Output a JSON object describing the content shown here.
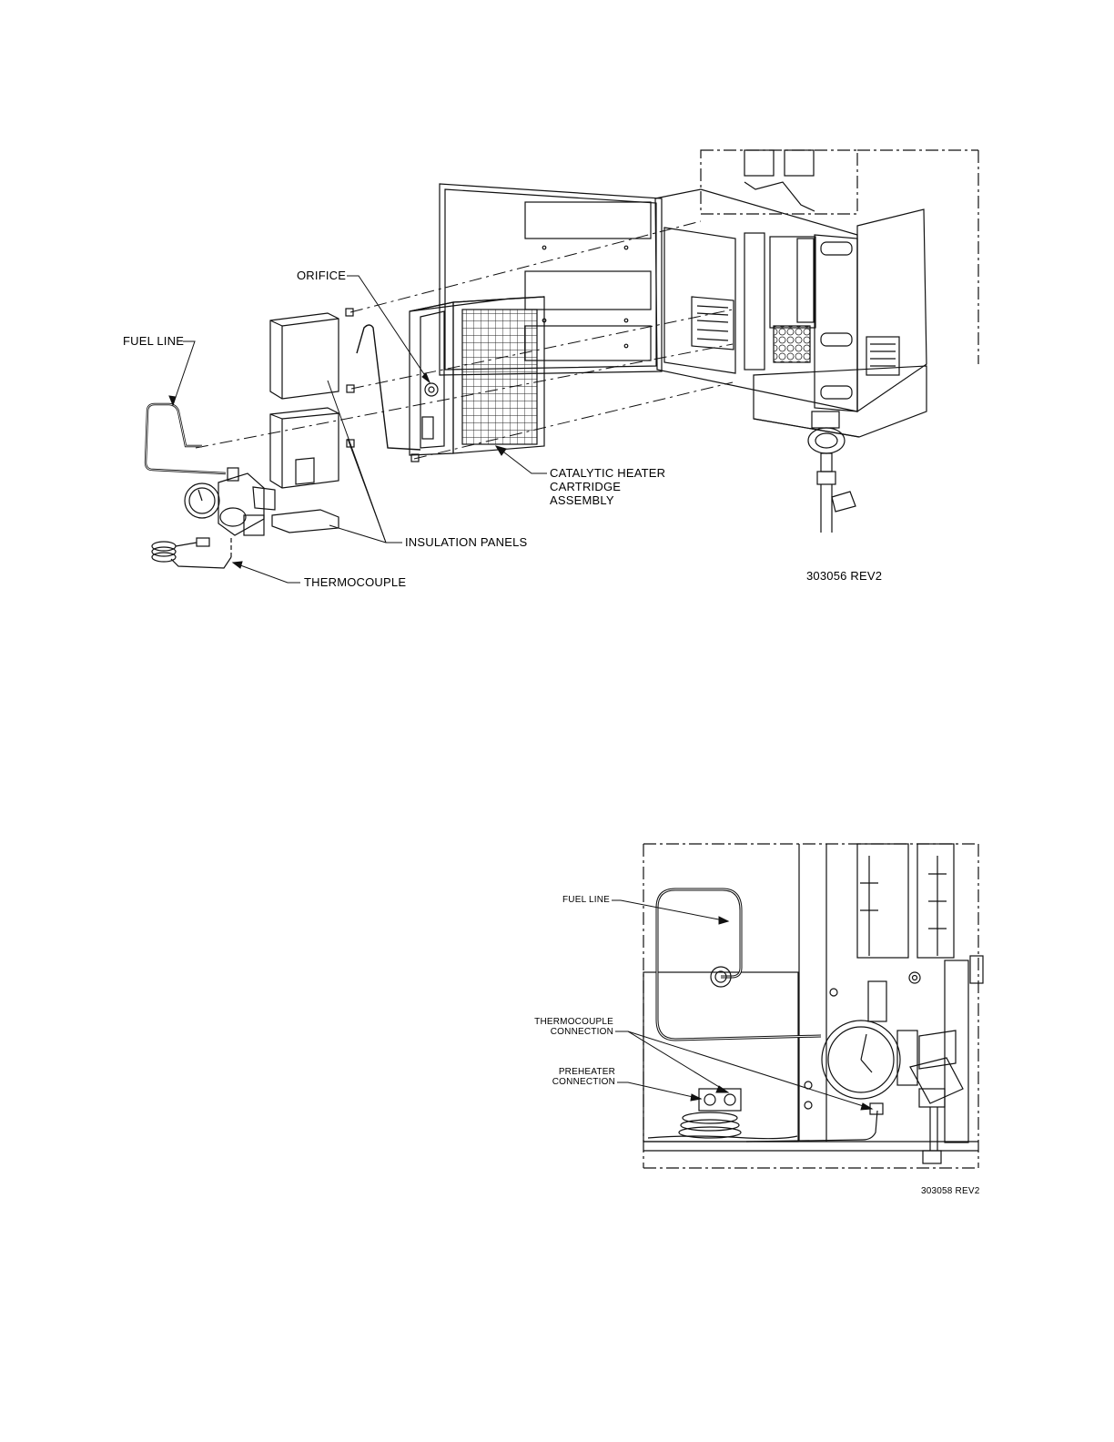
{
  "figure1": {
    "labels": {
      "orifice": "ORIFICE",
      "fuel_line": "FUEL LINE",
      "catalytic_1": "CATALYTIC HEATER",
      "catalytic_2": "CARTRIDGE",
      "catalytic_3": "ASSEMBLY",
      "insulation_panels": "INSULATION PANELS",
      "thermocouple": "THERMOCOUPLE"
    },
    "drawing_number": "303056 REV2"
  },
  "figure2": {
    "labels": {
      "fuel_line": "FUEL LINE",
      "thermocouple_1": "THERMOCOUPLE",
      "thermocouple_2": "CONNECTION",
      "preheater_1": "PREHEATER",
      "preheater_2": "CONNECTION"
    },
    "drawing_number": "303058 REV2"
  }
}
